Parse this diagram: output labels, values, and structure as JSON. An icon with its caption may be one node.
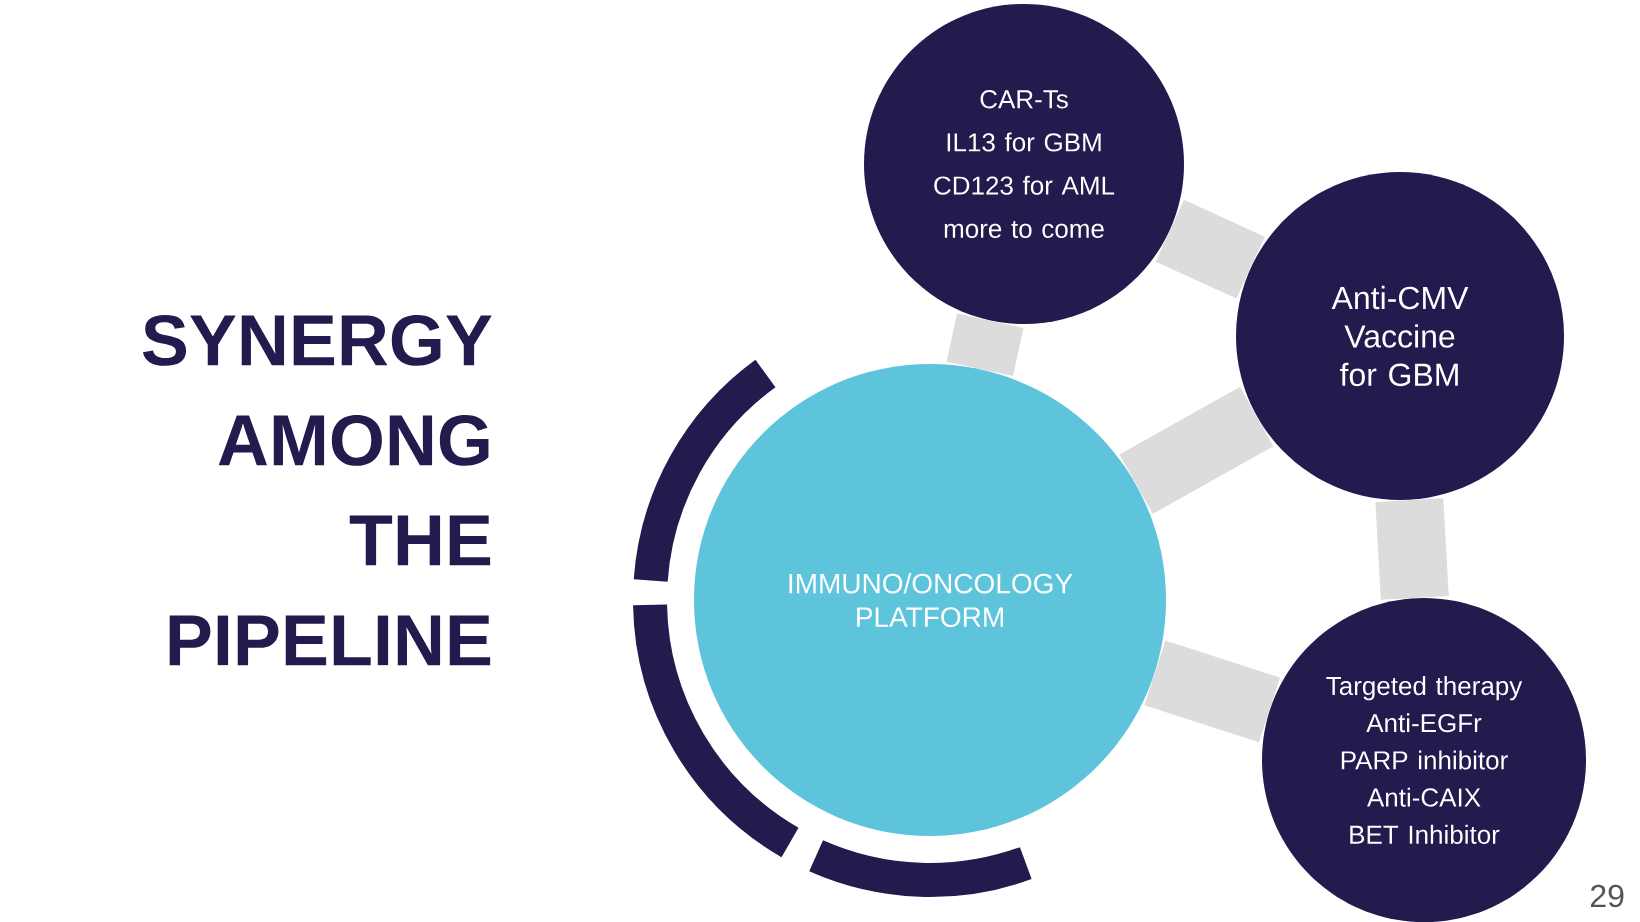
{
  "diagram": {
    "title": "SYNERGY AMONG THE PIPELINE",
    "nodes": [
      {
        "text": [
          "CAR-Ts",
          "IL13 for GBM",
          "CD123 for AML",
          "more to come"
        ]
      },
      {
        "text": [
          "Anti-CMV Vaccine for GBM"
        ]
      },
      {
        "text": [
          "IMMUNO/ONCOLOGY PLATFORM"
        ]
      },
      {
        "text": [
          "Targeted therapy",
          "Anti-EGFr",
          "PARP inhibitor",
          "Anti-CAIX",
          "BET Inhibitor"
        ]
      }
    ],
    "edges": [
      {
        "from": 2,
        "to": 0,
        "arrow": "none"
      },
      {
        "from": 0,
        "to": 1,
        "arrow": "none"
      },
      {
        "from": 2,
        "to": 1,
        "arrow": "none"
      },
      {
        "from": 1,
        "to": 3,
        "arrow": "none"
      },
      {
        "from": 2,
        "to": 3,
        "arrow": "none"
      }
    ],
    "labels": [
      "29"
    ]
  }
}
